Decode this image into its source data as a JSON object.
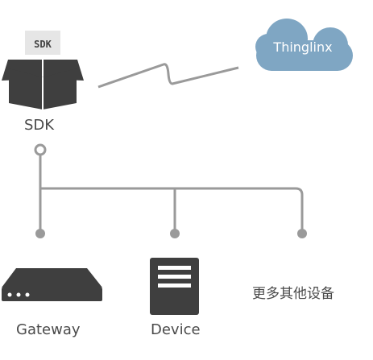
{
  "sdk": {
    "tag": "SDK",
    "label": "SDK"
  },
  "cloud": {
    "label": "Thinglinx"
  },
  "nodes": {
    "gateway": "Gateway",
    "device": "Device",
    "other": "更多其他设备"
  },
  "colors": {
    "cloud": "#7fa6c3",
    "line": "#9a9a9a",
    "icon": "#3f3f3f",
    "tag_bg": "#e6e6e6"
  }
}
